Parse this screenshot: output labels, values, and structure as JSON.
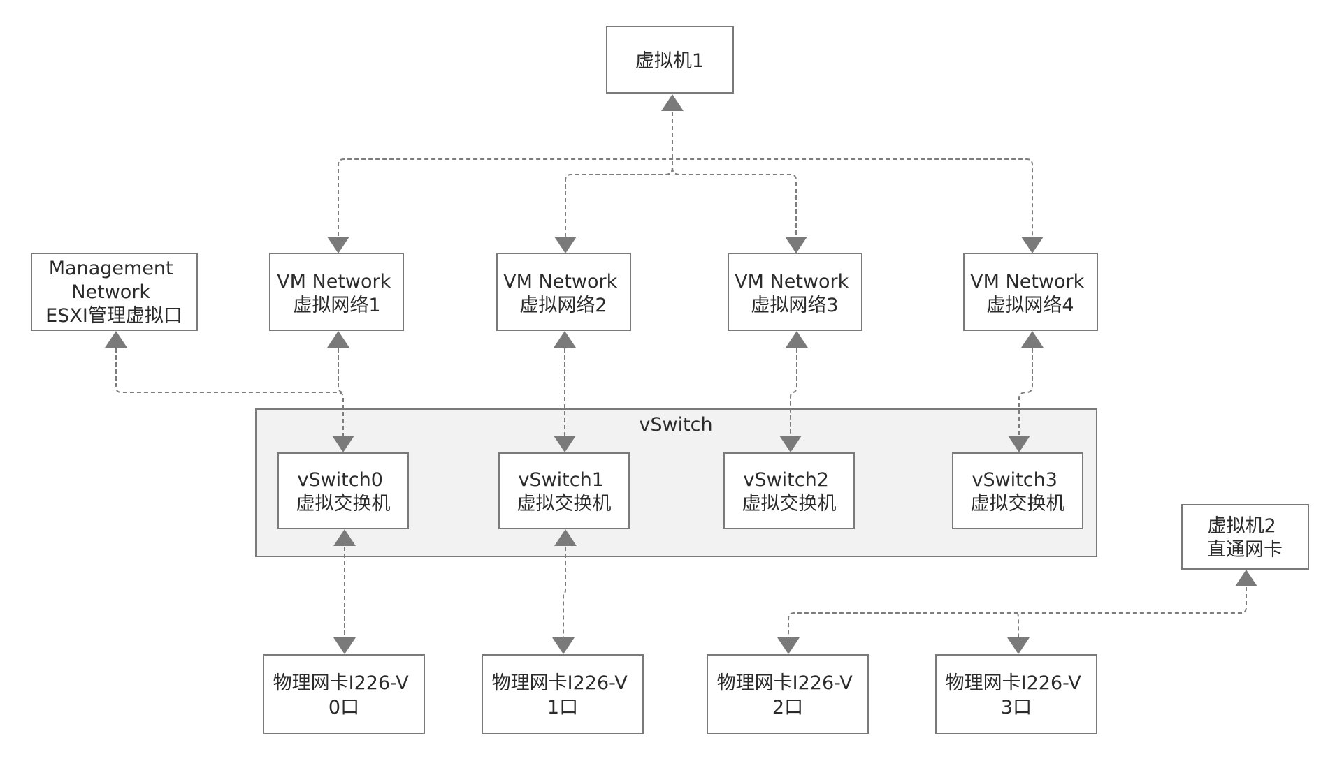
{
  "diagram": {
    "group": {
      "label": "vSwitch"
    },
    "nodes": {
      "vm1": {
        "lines": [
          "虚拟机1"
        ]
      },
      "mgmt": {
        "lines": [
          "Management",
          "Network",
          "ESXI管理虚拟口"
        ]
      },
      "net1": {
        "lines": [
          "VM Network",
          "虚拟网络1"
        ]
      },
      "net2": {
        "lines": [
          "VM Network",
          "虚拟网络2"
        ]
      },
      "net3": {
        "lines": [
          "VM Network",
          "虚拟网络3"
        ]
      },
      "net4": {
        "lines": [
          "VM Network",
          "虚拟网络4"
        ]
      },
      "vs0": {
        "lines": [
          "vSwitch0",
          "虚拟交换机"
        ]
      },
      "vs1": {
        "lines": [
          "vSwitch1",
          "虚拟交换机"
        ]
      },
      "vs2": {
        "lines": [
          "vSwitch2",
          "虚拟交换机"
        ]
      },
      "vs3": {
        "lines": [
          "vSwitch3",
          "虚拟交换机"
        ]
      },
      "vm2": {
        "lines": [
          "虚拟机2",
          "直通网卡"
        ]
      },
      "nic0": {
        "lines": [
          "物理网卡I226-V",
          "0口"
        ]
      },
      "nic1": {
        "lines": [
          "物理网卡I226-V",
          "1口"
        ]
      },
      "nic2": {
        "lines": [
          "物理网卡I226-V",
          "2口"
        ]
      },
      "nic3": {
        "lines": [
          "物理网卡I226-V",
          "3口"
        ]
      }
    },
    "edges": [
      {
        "from": "net1",
        "to": "vm1",
        "style": "dashed",
        "arrows": "both"
      },
      {
        "from": "net2",
        "to": "vm1",
        "style": "dashed",
        "arrows": "both"
      },
      {
        "from": "net3",
        "to": "vm1",
        "style": "dashed",
        "arrows": "both"
      },
      {
        "from": "net4",
        "to": "vm1",
        "style": "dashed",
        "arrows": "both"
      },
      {
        "from": "vs0",
        "to": "mgmt",
        "style": "dashed",
        "arrows": "both"
      },
      {
        "from": "vs0",
        "to": "net1",
        "style": "dashed",
        "arrows": "both"
      },
      {
        "from": "vs1",
        "to": "net2",
        "style": "dashed",
        "arrows": "both"
      },
      {
        "from": "vs2",
        "to": "net3",
        "style": "dashed",
        "arrows": "both"
      },
      {
        "from": "vs3",
        "to": "net4",
        "style": "dashed",
        "arrows": "both"
      },
      {
        "from": "nic0",
        "to": "vs0",
        "style": "dashed",
        "arrows": "both"
      },
      {
        "from": "nic1",
        "to": "vs1",
        "style": "dashed",
        "arrows": "both"
      },
      {
        "from": "nic2",
        "to": "vm2",
        "style": "dashed",
        "arrows": "both"
      },
      {
        "from": "nic3",
        "to": "vm2",
        "style": "dashed",
        "arrows": "both"
      }
    ]
  }
}
